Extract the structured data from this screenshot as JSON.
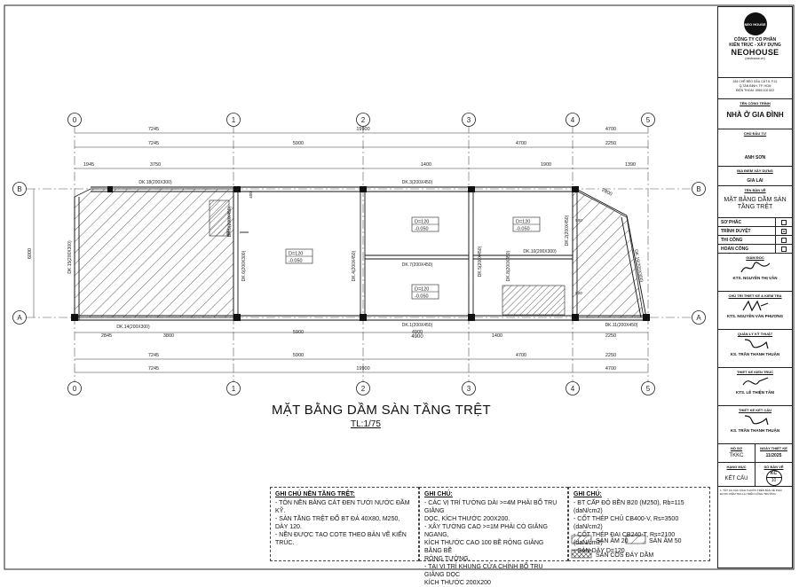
{
  "plan": {
    "title": "MẶT BẰNG DẦM SÀN TẦNG TRỆT",
    "scale": "TL:1/75",
    "grid_columns": [
      "0",
      "1",
      "2",
      "3",
      "4",
      "5"
    ],
    "grid_rows": [
      "B",
      "A"
    ],
    "dims_top_1": [
      "7245",
      "19900",
      "4700"
    ],
    "dims_top_2": [
      "7245",
      "5900",
      "4700",
      "2250"
    ],
    "dims_top_3": [
      "1945",
      "3750",
      "1400",
      "1900",
      "1390"
    ],
    "dims_bottom_1": [
      "2845",
      "3800",
      "5900",
      "4900",
      "1400",
      "2250"
    ],
    "dims_bottom_2": [
      "7245",
      "5900",
      "4700",
      "2250"
    ],
    "dims_bottom_3": [
      "7245",
      "19900",
      "4700"
    ],
    "dim_left": "6000",
    "dim_span_center": "4900",
    "diag_dim": "2800",
    "beams": [
      "DK.18(200X300)",
      "DK.15(200X300)",
      "DK.14(200X300)",
      "DK.3(200X450)",
      "DK.7(200X450)",
      "DK.1(200X450)",
      "DK.4(200X450)",
      "DK.6(200X300)",
      "DK.5(200X450)",
      "DK.8(200X450)",
      "DK.10(200X300)",
      "DK.2(200X450)",
      "DK.11(200X450)",
      "DK.16(200X300)",
      "DK.9(200X450)"
    ],
    "slab_labels": [
      {
        "d": "D=120",
        "level": "-0.050"
      },
      {
        "d": "D=120",
        "level": "-0.050"
      },
      {
        "d": "D=120",
        "level": "-0.050"
      },
      {
        "d": "D=120",
        "level": "-0.050"
      }
    ],
    "small_dims": [
      "400",
      "500",
      "520",
      "300"
    ]
  },
  "notes_ground": {
    "heading": "GHI CHÚ NỀN TẦNG TRỆT:",
    "lines": [
      "- TÔN NỀN BẰNG CÁT ĐEN TƯỚI NƯỚC ĐẦM KỸ.",
      "- SÀN TẦNG TRỆT ĐỔ BT ĐÁ 40X80, M250, DÀY 120.",
      "- NỀN ĐƯỢC TẠO COTE THEO BẢN VẼ KIẾN TRÚC."
    ]
  },
  "notes_general": {
    "heading": "GHI CHÚ:",
    "lines": [
      "- CÁC VỊ TRÍ TƯỜNG DÀI >=4M PHẢI BỔ TRỤ GIẰNG",
      "  DỌC, KÍCH THƯỚC 200X200.",
      "- XÂY TƯỜNG CAO >=1M PHẢI CÓ GIẰNG NGANG,",
      "  KÍCH THƯỚC CAO 100 BỀ RỘNG GIẰNG BẰNG BỀ",
      "  RỘNG TƯỜNG.",
      "- TẠI VỊ TRÍ KHUNG CỬA CHÍNH BỔ TRỤ GIẰNG DỌC",
      "  KÍCH THƯỚC 200X200"
    ]
  },
  "notes_material": {
    "heading": "GHI CHÚ:",
    "lines": [
      "- BT CẤP ĐỘ BỀN B20 (M250), Rb=115 (daN/cm2)",
      "- CỐT THÉP CHỦ CB400-V, Rs=3500 (daN/cm2)",
      "- CỐT THÉP ĐAI CB240-T, Rs=2100 (daN/cm2)",
      "- SÀN DÀY D=120"
    ],
    "legend": [
      {
        "label": "SÀN ÂM 20"
      },
      {
        "label": "SÀN ÂM 50"
      },
      {
        "label": "SÀN COS ĐÁY DẦM"
      }
    ]
  },
  "titleblock": {
    "logo_text": "NEO HOUSE",
    "company_line1": "CÔNG TY CỔ PHẦN",
    "company_line2": "KIẾN TRÚC - XÂY DỰNG",
    "brand": "NEOHOUSE",
    "website": "(neohouse.vn)",
    "address1": "264 CHẾ BÉO SÂU CÁT 8, P.11",
    "address2": "Q.TÂN BÌNH, TP. HCM",
    "phone": "ĐIỆN THOẠI: 0969 102 602",
    "project_label": "TÊN CÔNG TRÌNH",
    "project": "NHÀ Ở GIA ĐÌNH",
    "owner_label": "CHỦ ĐẦU TƯ",
    "owner": "ANH SƠN",
    "location_label": "ĐỊA ĐIỂM XÂY DỰNG",
    "location": "GIA LAI",
    "drawing_label": "TÊN BẢN VẼ",
    "drawing_name": "MẶT BẰNG DẦM SÀN TẦNG TRỆT",
    "status": [
      {
        "name": "SƠ PHÁC",
        "mark": ""
      },
      {
        "name": "TRÌNH DUYỆT",
        "mark": "x"
      },
      {
        "name": "THI CÔNG",
        "mark": ""
      },
      {
        "name": "HOÀN CÔNG",
        "mark": ""
      }
    ],
    "roles": [
      {
        "role": "GIÁM ĐỐC",
        "name": "KTS. NGUYỄN THỊ VÂN"
      },
      {
        "role": "CHỦ TRÌ THIẾT KẾ & KIỂM TRA",
        "name": "KTS. NGUYỄN VĂN PHƯƠNG"
      },
      {
        "role": "QUẢN LÝ KỸ THUẬT",
        "name": "KS. TRẦN THANH THUẬN"
      },
      {
        "role": "THIẾT KẾ KIẾN TRÚC",
        "name": "KTS. LÊ THIỆN TÂM"
      },
      {
        "role": "THIẾT KẾ KẾT CẤU",
        "name": "KS. TRẦN THANH THUẬN"
      }
    ],
    "hoso_label": "HỒ SƠ",
    "hoso_value": "TKKC",
    "date_label": "NGÀY THIẾT KẾ",
    "date_value": "11/2025",
    "category_label": "HẠNG MỤC",
    "category_value": "KẾT CẤU",
    "sheet_label": "SỐ BẢN VẼ",
    "sheet_code": "KC",
    "sheet_number": "10",
    "footer_note": "1. TẤT CẢ CÁC KÍCH THƯỚC TRÊN BẢN VẼ PHẢI ĐƯỢC KIỂM TRA LẠI TRÊN CÔNG TRƯỜNG"
  },
  "colors": {
    "line": "#1a1a1a",
    "grid": "#222222",
    "hatch": "#333333"
  }
}
